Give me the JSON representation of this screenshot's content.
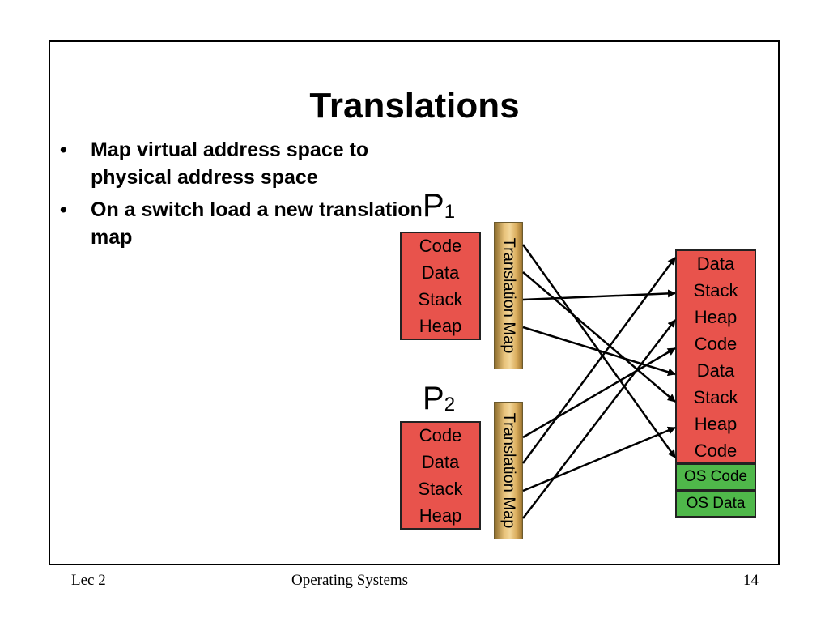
{
  "title": "Translations",
  "bullets": [
    "Map virtual address space to physical address space",
    "On a switch load a new translation map"
  ],
  "bullet_symbol": "•",
  "processes": [
    {
      "label": "P",
      "subscript": "1",
      "segments": [
        "Code",
        "Data",
        "Stack",
        "Heap"
      ],
      "map_label": "Translation Map"
    },
    {
      "label": "P",
      "subscript": "2",
      "segments": [
        "Code",
        "Data",
        "Stack",
        "Heap"
      ],
      "map_label": "Translation Map"
    }
  ],
  "physical_memory": [
    {
      "label": "Data",
      "color": "red"
    },
    {
      "label": "Stack",
      "color": "red"
    },
    {
      "label": "Heap",
      "color": "red"
    },
    {
      "label": "Code",
      "color": "red"
    },
    {
      "label": "Data",
      "color": "red"
    },
    {
      "label": "Stack",
      "color": "red"
    },
    {
      "label": "Heap",
      "color": "red"
    },
    {
      "label": "Code",
      "color": "red"
    },
    {
      "label": "OS Code",
      "color": "green"
    },
    {
      "label": "OS Data",
      "color": "green"
    }
  ],
  "colors": {
    "segment": "#e8534c",
    "os_segment": "#4fb84a",
    "map": "#e8c27a"
  },
  "footer": {
    "left": "Lec 2",
    "center": "Operating Systems",
    "page": "14"
  }
}
